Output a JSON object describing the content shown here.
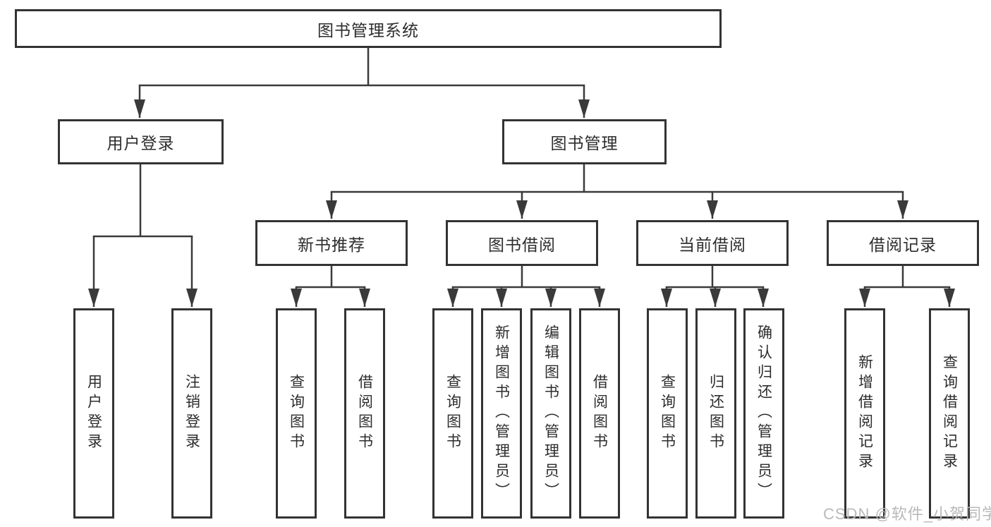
{
  "diagram_type": "hierarchy-tree",
  "colors": {
    "line": "#3a3a3a",
    "box_border": "#333333",
    "text": "#2d2d2d",
    "watermark": "#b9b9b9",
    "background": "#ffffff"
  },
  "tree": {
    "label": "图书管理系统",
    "children": [
      {
        "label": "用户登录",
        "children": [
          {
            "label": "用户登录"
          },
          {
            "label": "注销登录"
          }
        ]
      },
      {
        "label": "图书管理",
        "children": [
          {
            "label": "新书推荐",
            "children": [
              {
                "label": "查询图书"
              },
              {
                "label": "借阅图书"
              }
            ]
          },
          {
            "label": "图书借阅",
            "children": [
              {
                "label": "查询图书"
              },
              {
                "label": "新增图书（管理员）"
              },
              {
                "label": "编辑图书（管理员）"
              },
              {
                "label": "借阅图书"
              }
            ]
          },
          {
            "label": "当前借阅",
            "children": [
              {
                "label": "查询图书"
              },
              {
                "label": "归还图书"
              },
              {
                "label": "确认归还（管理员）"
              }
            ]
          },
          {
            "label": "借阅记录",
            "children": [
              {
                "label": "新增借阅记录"
              },
              {
                "label": "查询借阅记录"
              }
            ]
          }
        ]
      }
    ]
  },
  "watermark": {
    "text": "CSDN @软件_小贺同学"
  }
}
